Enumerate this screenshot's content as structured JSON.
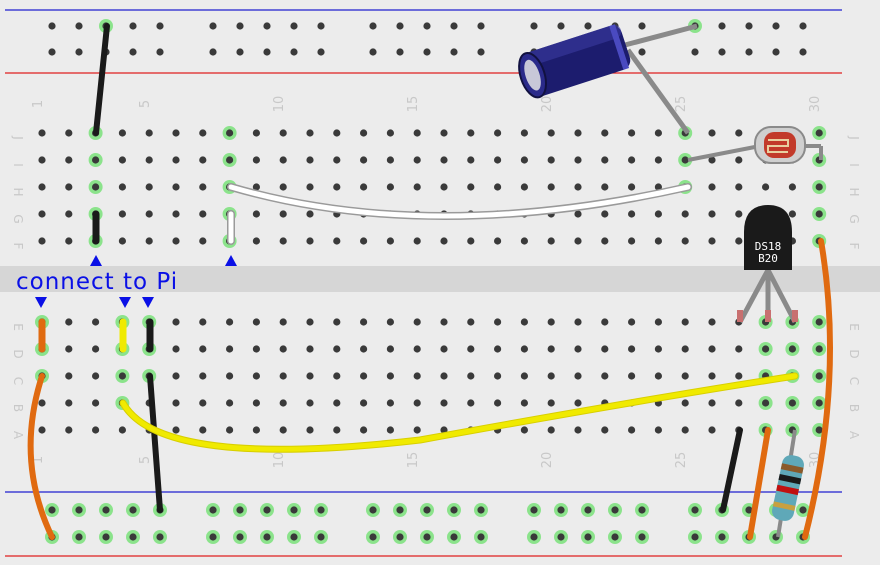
{
  "annotation": {
    "text": "connect to Pi",
    "color": "#0a10e6"
  },
  "columns": {
    "top_numbers": [
      "1",
      "5",
      "10",
      "15",
      "20",
      "25",
      "30"
    ],
    "bottom_numbers": [
      "1",
      "5",
      "10",
      "15",
      "20",
      "25",
      "30"
    ]
  },
  "rows": {
    "upper": [
      "J",
      "I",
      "H",
      "G",
      "F"
    ],
    "lower": [
      "E",
      "D",
      "C",
      "B",
      "A"
    ]
  },
  "chip_label": {
    "line1": "DS18",
    "line2": "B20"
  },
  "colors": {
    "board": "#ececec",
    "rail_red": "#e02020",
    "rail_blue": "#2020d0",
    "hole": "#3a3a3a",
    "hole_connected": "#6be06b",
    "wire_black": "#1a1a1a",
    "wire_white": "#ffffff",
    "wire_yellow": "#f0ea00",
    "wire_orange": "#e06a10",
    "wire_gray": "#8a8a8a",
    "capacitor": "#1c1c6e",
    "sensor_body": "#1a1a1a"
  }
}
